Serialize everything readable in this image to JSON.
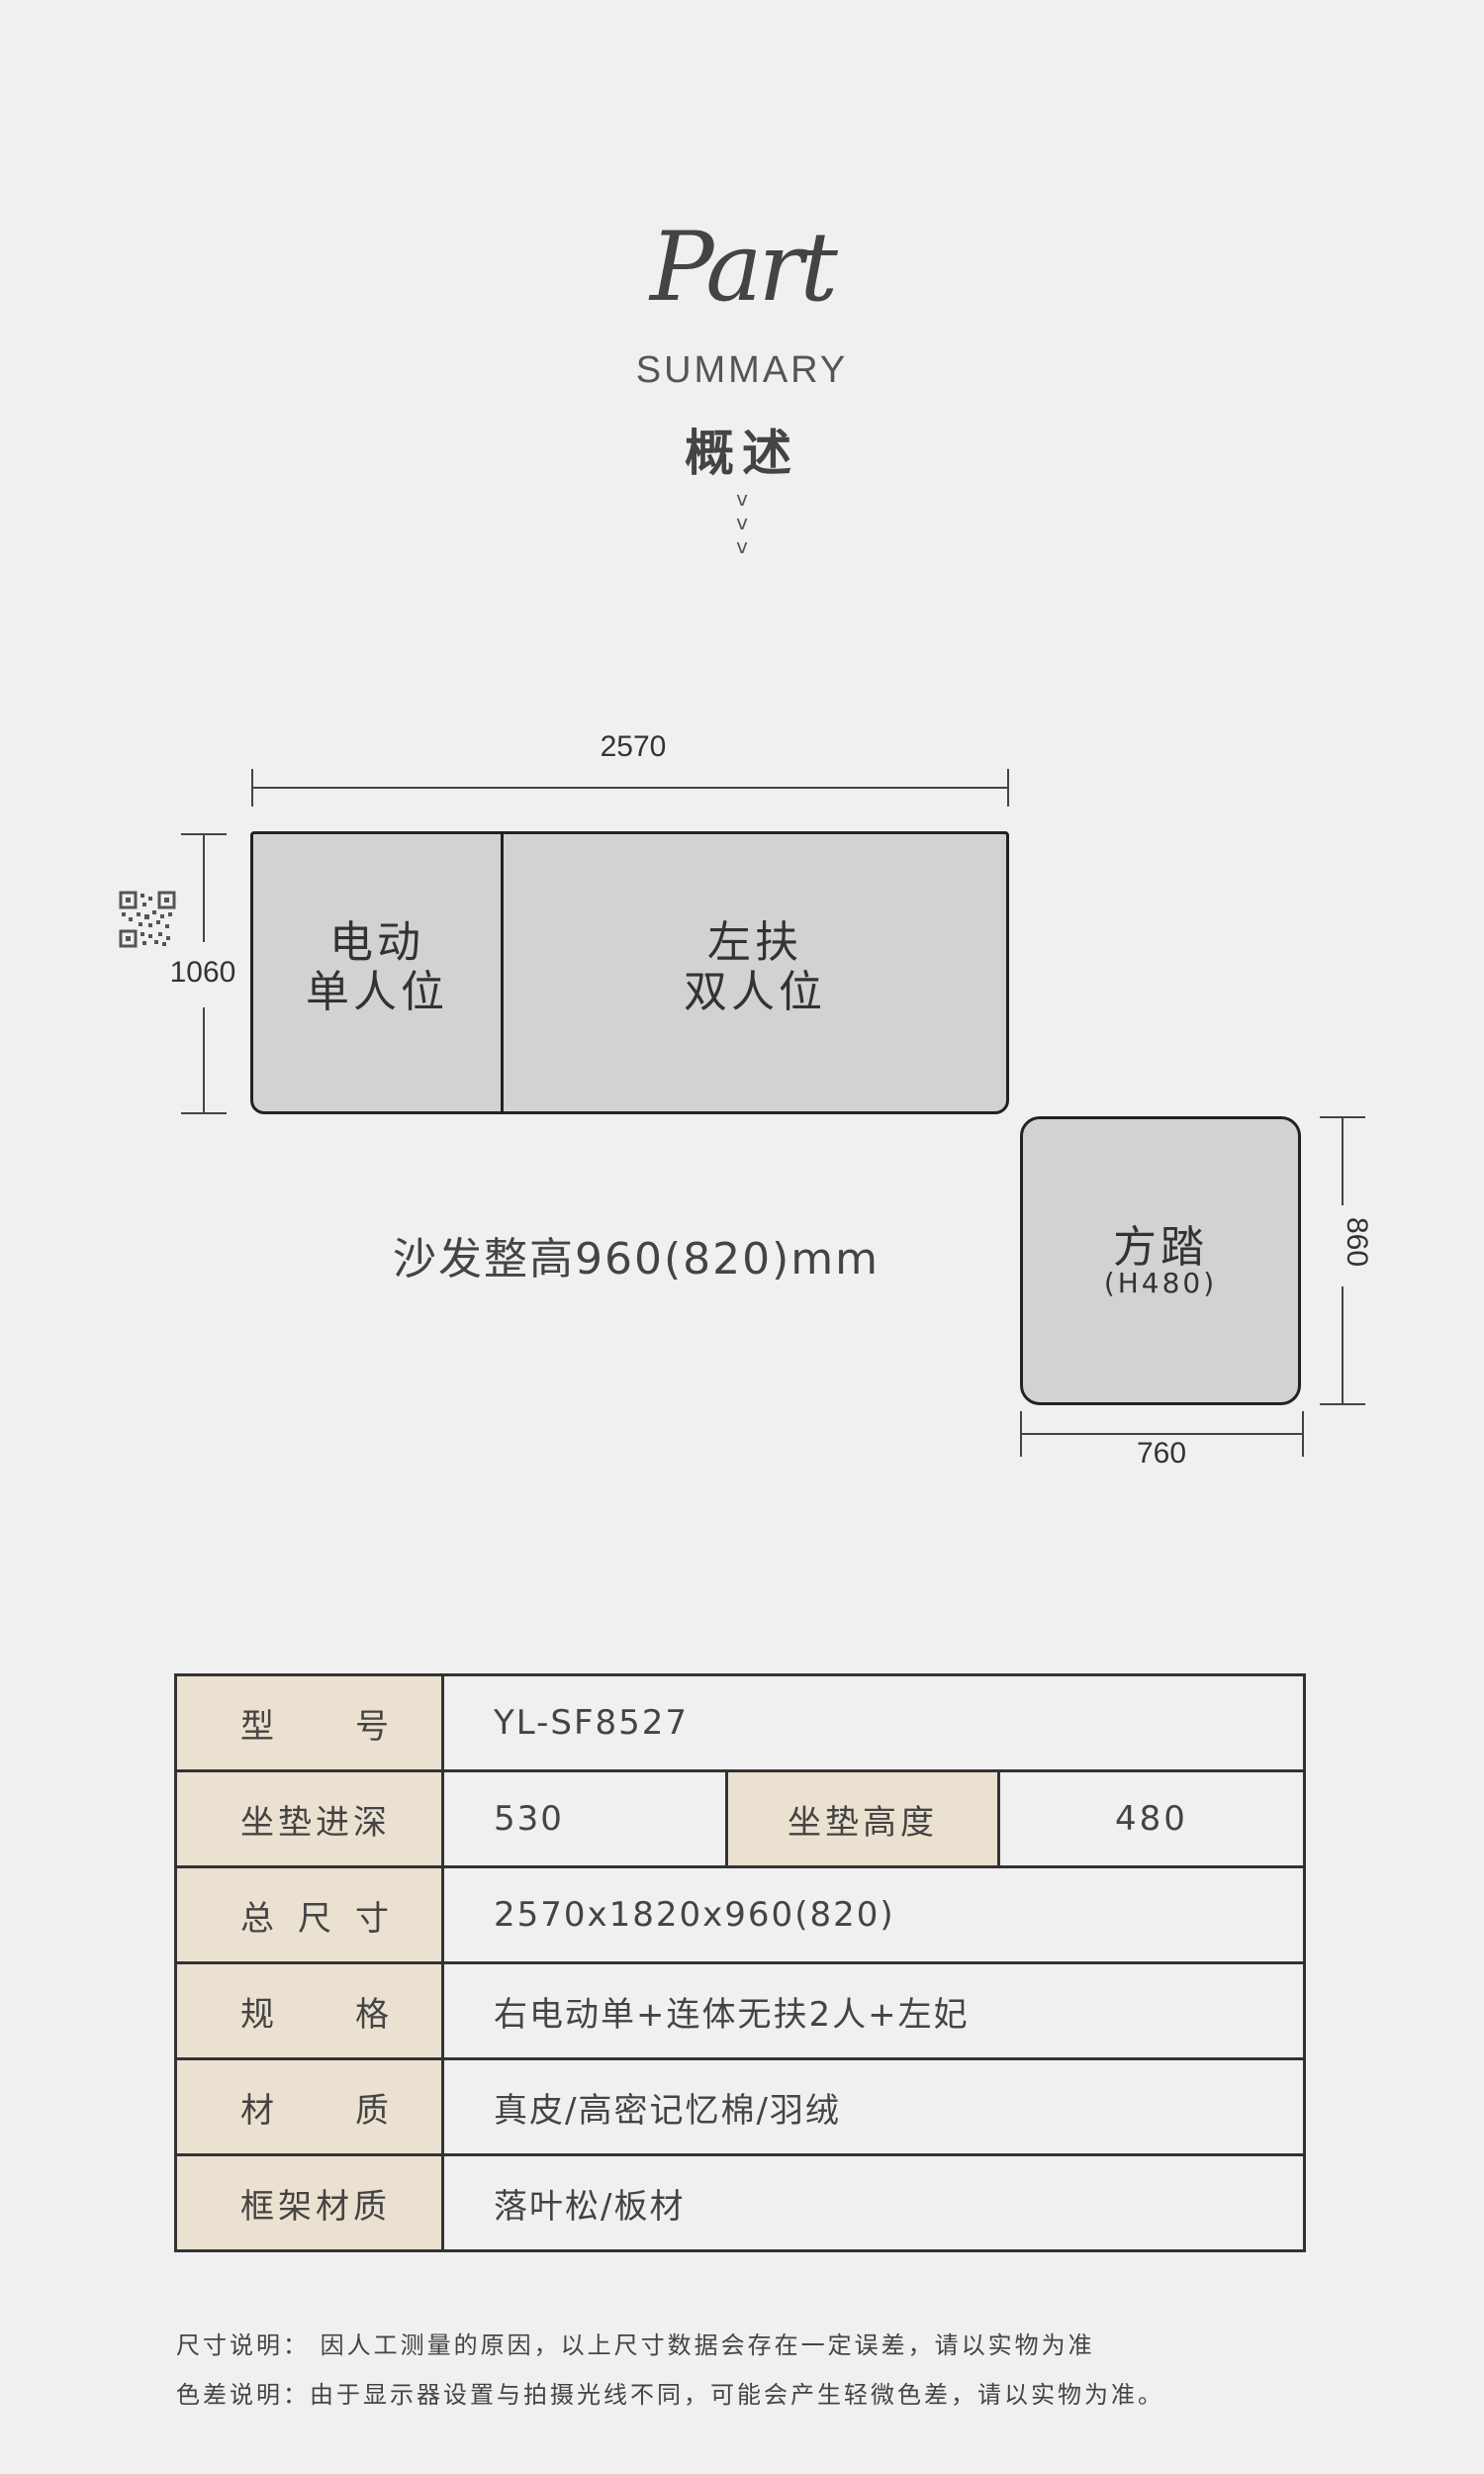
{
  "header": {
    "script_title": "Part",
    "subtitle": "SUMMARY",
    "title": "概述",
    "chevrons": [
      "v",
      "v",
      "v"
    ]
  },
  "diagram": {
    "width_top": "2570",
    "depth_left": "1060",
    "section_electric": [
      "电动",
      "单人位"
    ],
    "section_double": [
      "左扶",
      "双人位"
    ],
    "ottoman_name": "方踏",
    "ottoman_height": "(H480)",
    "ottoman_depth": "860",
    "ottoman_width": "760",
    "total_height": "沙发整高960(820)mm"
  },
  "specs": {
    "model_label": [
      "型",
      "号"
    ],
    "model_value": "YL-SF8527",
    "seat_depth_label": "坐垫进深",
    "seat_depth_value": "530",
    "seat_height_label": "坐垫高度",
    "seat_height_value": "480",
    "size_label": [
      "总",
      "尺",
      "寸"
    ],
    "size_value": "2570x1820x960(820)",
    "config_label": [
      "规",
      "格"
    ],
    "config_value": "右电动单+连体无扶2人+左妃",
    "material_label": [
      "材",
      "质"
    ],
    "material_value": "真皮/高密记忆棉/羽绒",
    "frame_label": "框架材质",
    "frame_value": "落叶松/板材"
  },
  "notes": {
    "size_note": "尺寸说明： 因人工测量的原因，以上尺寸数据会存在一定误差，请以实物为准",
    "color_note": "色差说明：由于显示器设置与拍摄光线不同，可能会产生轻微色差，请以实物为准。"
  },
  "colors": {
    "background": "#f0f0f0",
    "label_cell": "#ebe1d0",
    "sofa_fill": "#d2d2d2"
  }
}
